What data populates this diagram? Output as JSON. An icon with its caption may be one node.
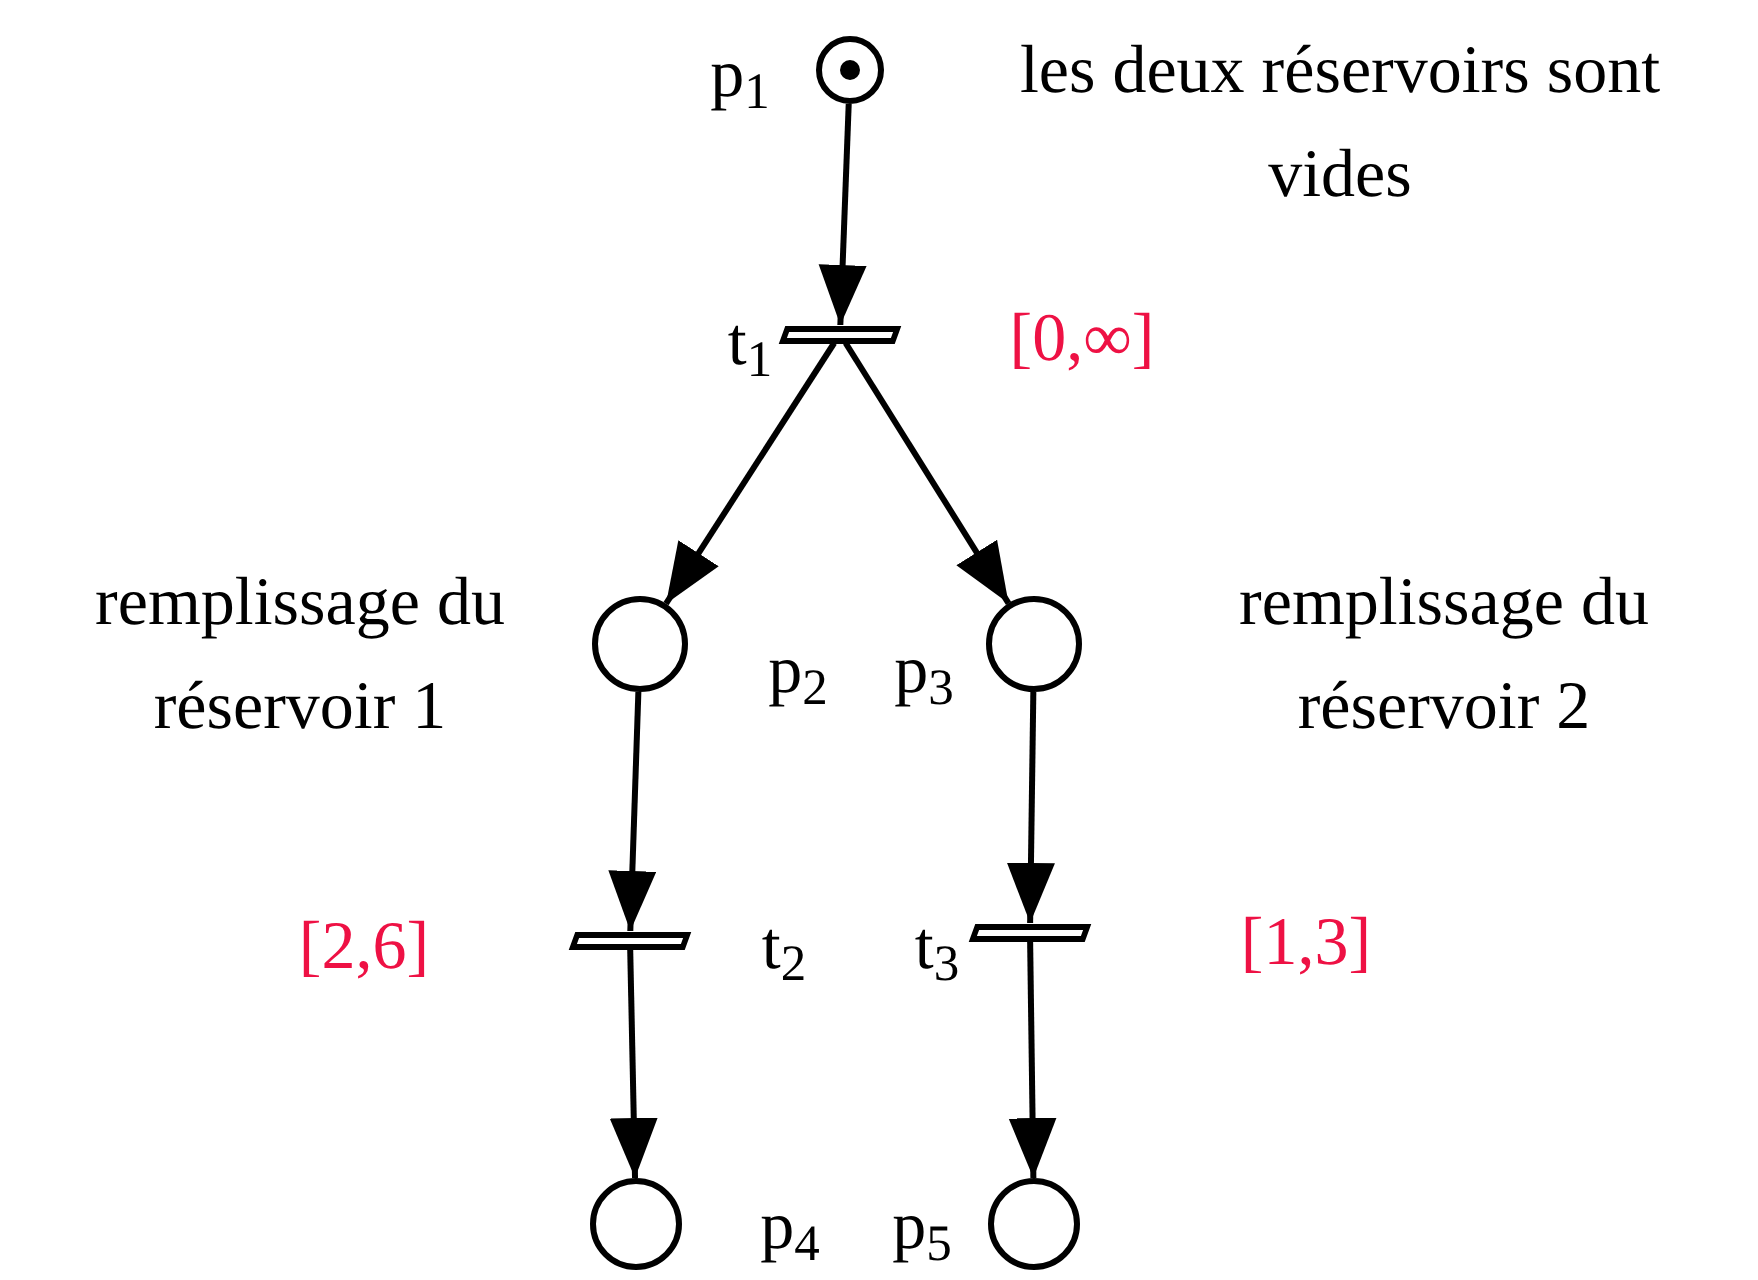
{
  "diagram": {
    "nodes": [
      {
        "text": [],
        "shape": "circle",
        "beside": [
          "p$_{1}$",
          "les deux réservoirs sont vides"
        ]
      },
      {
        "text": [],
        "shape": "bar",
        "beside": [
          "t$_{1}$",
          "[0,∞]"
        ]
      },
      {
        "text": [],
        "shape": "circle",
        "beside": [
          "remplissage du réservoir 1",
          "p$_{2}$"
        ]
      },
      {
        "text": [],
        "shape": "circle",
        "beside": [
          "p$_{3}$",
          "remplissage du réservoir 2"
        ]
      },
      {
        "text": [],
        "shape": "bar",
        "beside": [
          "[2,6]",
          "t$_{2}$"
        ]
      },
      {
        "text": [],
        "shape": "bar",
        "beside": [
          "t$_{3}$",
          "[1,3]"
        ]
      },
      {
        "text": [],
        "shape": "circle",
        "beside": [
          "p$_{4}$"
        ]
      },
      {
        "text": [],
        "shape": "circle",
        "beside": [
          "p$_{5}$"
        ]
      }
    ],
    "edges": [
      {
        "from": 0,
        "to": 1,
        "arrow": "to"
      },
      {
        "from": 1,
        "to": 2,
        "arrow": "to"
      },
      {
        "from": 1,
        "to": 3,
        "arrow": "to"
      },
      {
        "from": 2,
        "to": 4,
        "arrow": "to"
      },
      {
        "from": 3,
        "to": 5,
        "arrow": "to"
      },
      {
        "from": 4,
        "to": 6,
        "arrow": "to"
      },
      {
        "from": 5,
        "to": 7,
        "arrow": "to"
      }
    ]
  }
}
